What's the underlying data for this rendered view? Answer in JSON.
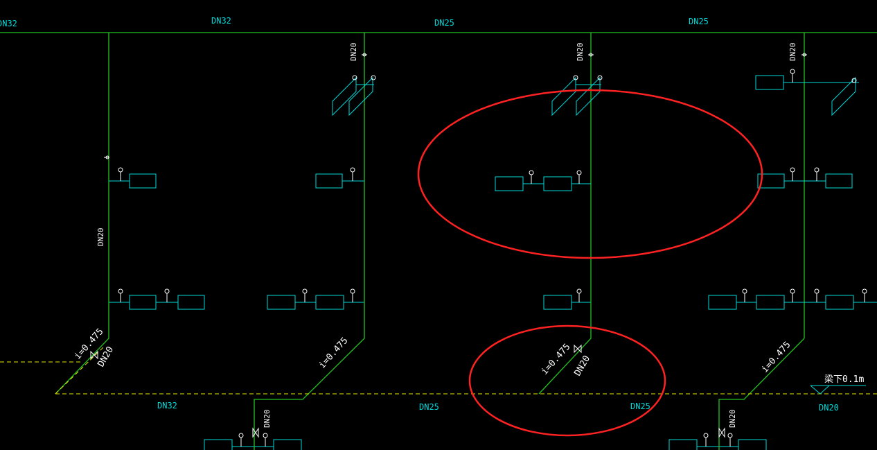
{
  "drawing": {
    "pipe_sizes": {
      "dn32_top": "DN32",
      "dn25_top_a": "DN25",
      "dn25_top_b": "DN25",
      "riser_b": "DN20",
      "riser_c": "DN20",
      "riser_d": "DN20",
      "riser_a": "DN20",
      "branch_left": "DN20",
      "branch_center": "DN20",
      "return_dn32": "DN32",
      "return_dn25_a": "DN25",
      "return_dn25_b": "DN25",
      "return_dn20": "DN20",
      "drop_left": "DN20",
      "drop_right": "DN20"
    },
    "slopes": {
      "left": "i=0.475",
      "mid": "i=0.475",
      "center": "i=0.475",
      "right": "i=0.475"
    },
    "level_note": "梁下0.1m",
    "annotation_color": "#ff2222",
    "supply_color": "#22c322",
    "return_color": "#e6e600",
    "equipment_color": "#00d7d7"
  }
}
